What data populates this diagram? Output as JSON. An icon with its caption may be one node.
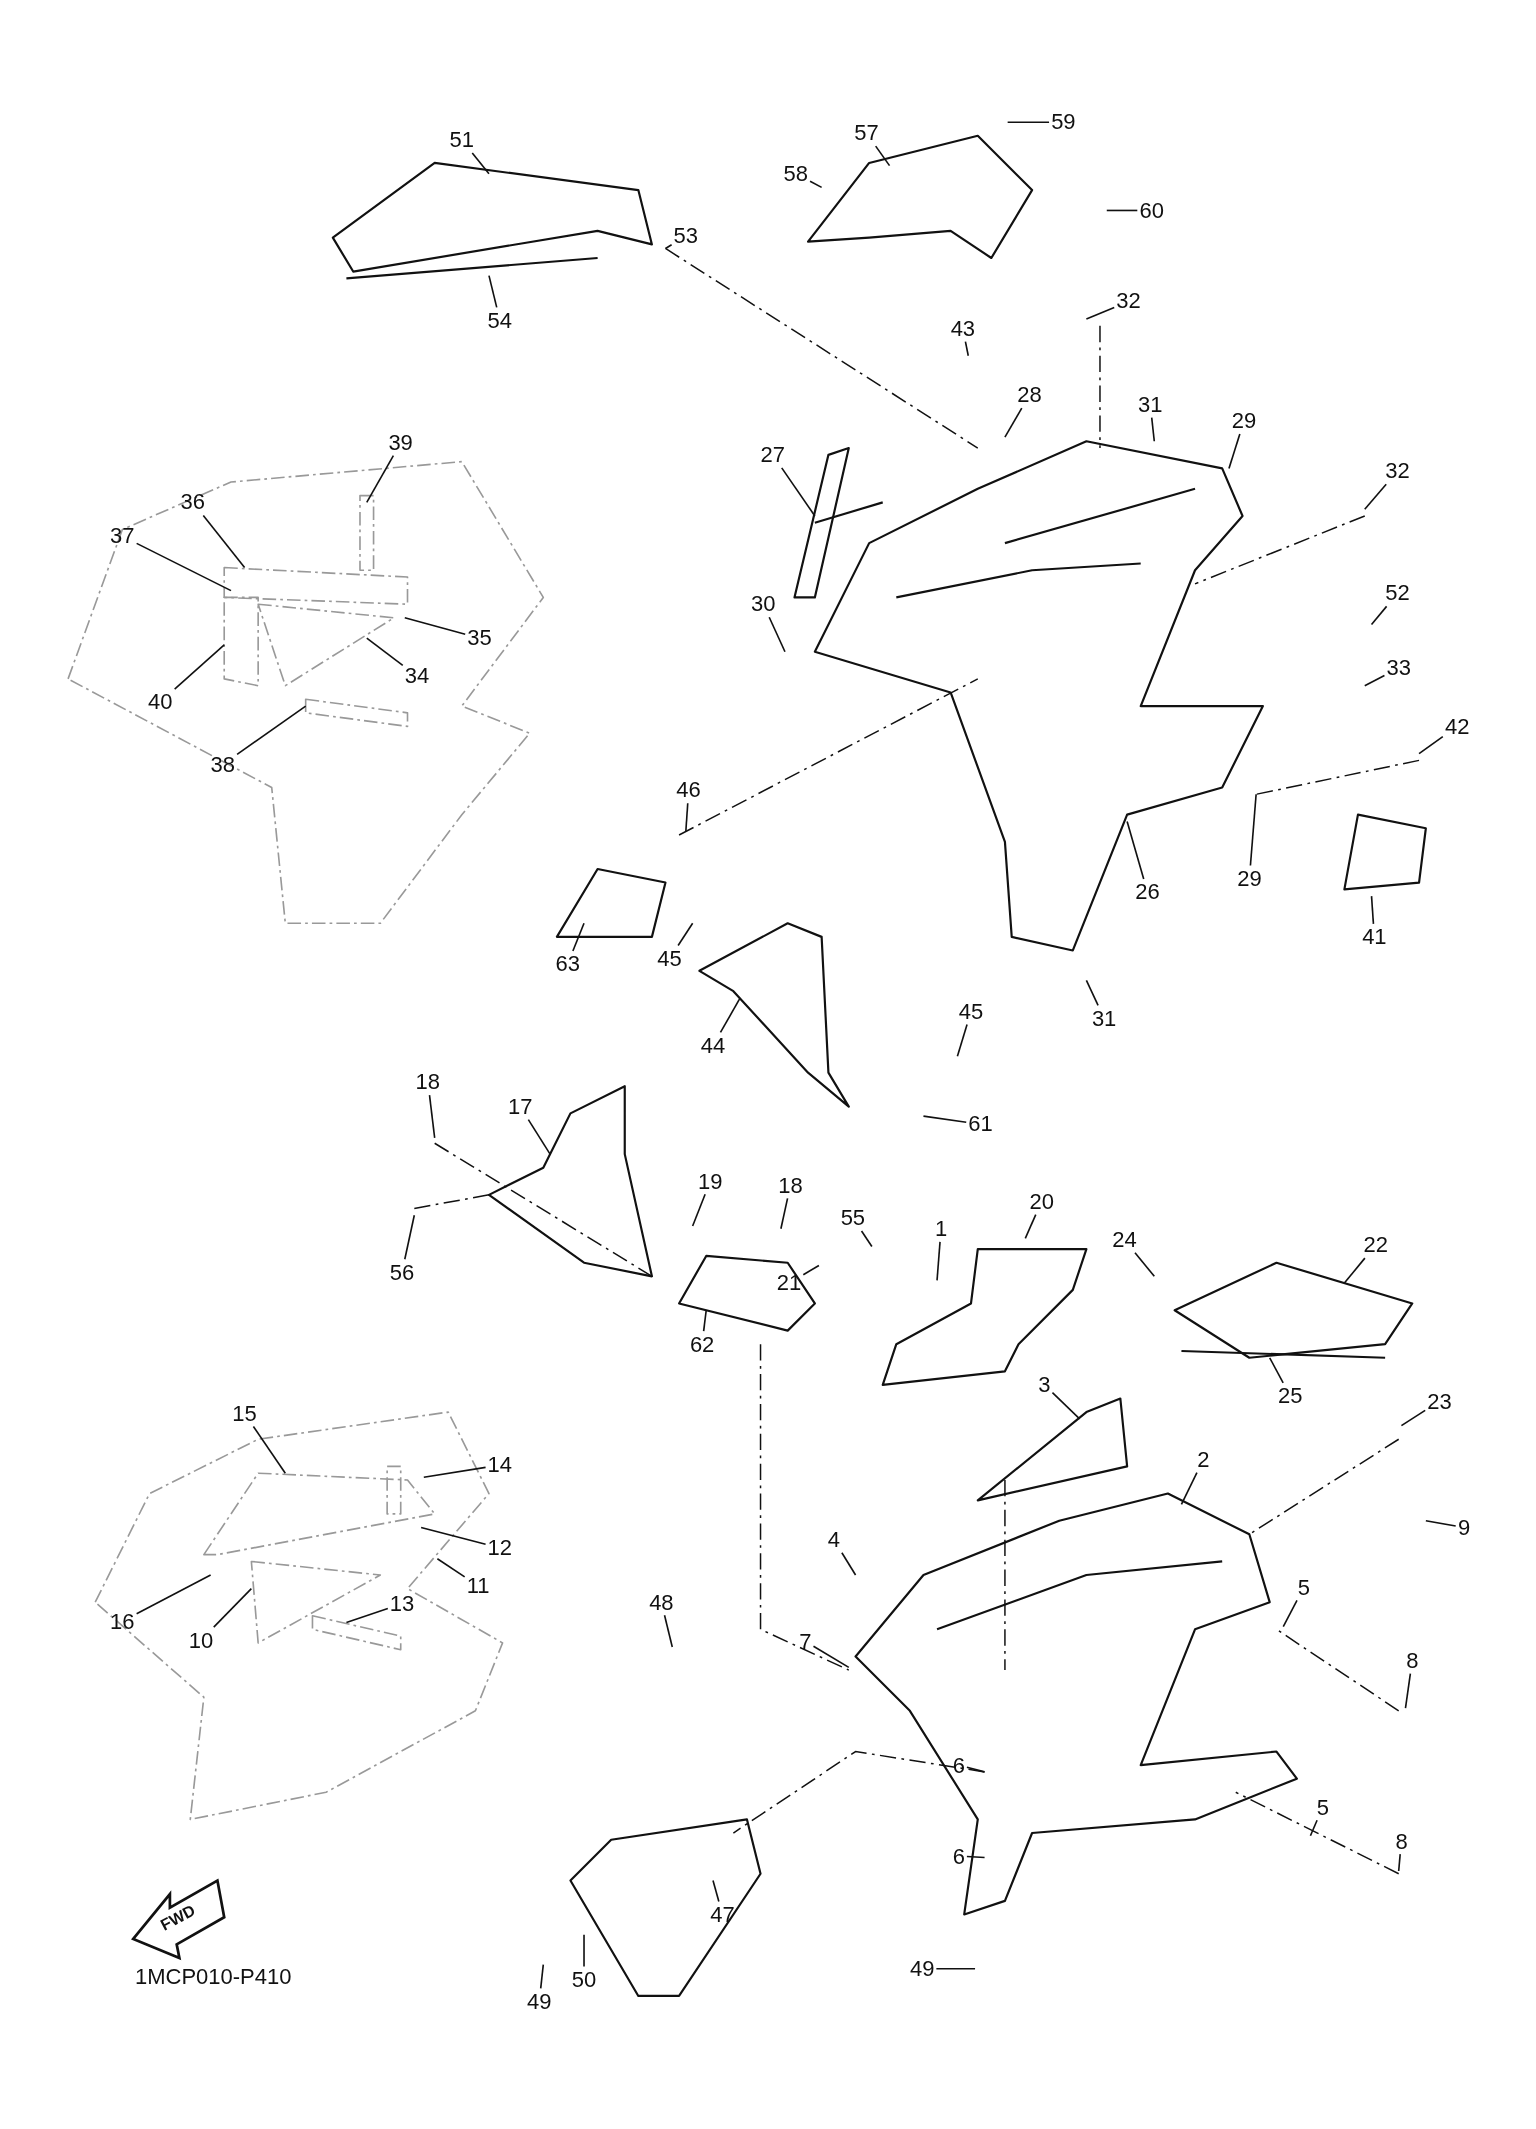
{
  "diagram": {
    "nodes": [
      {
        "text": [
          "59"
        ]
      },
      {
        "text": [
          "51"
        ]
      },
      {
        "text": [
          "57"
        ]
      },
      {
        "text": [
          "58"
        ]
      },
      {
        "text": [
          "60"
        ]
      },
      {
        "text": [
          "53"
        ]
      },
      {
        "text": [
          "54"
        ]
      },
      {
        "text": [
          "32"
        ]
      },
      {
        "text": [
          "43"
        ]
      },
      {
        "text": [
          "28"
        ]
      },
      {
        "text": [
          "31"
        ]
      },
      {
        "text": [
          "29"
        ]
      },
      {
        "text": [
          "39"
        ]
      },
      {
        "text": [
          "27"
        ]
      },
      {
        "text": [
          "32"
        ]
      },
      {
        "text": [
          "36"
        ]
      },
      {
        "text": [
          "37"
        ]
      },
      {
        "text": [
          "52"
        ]
      },
      {
        "text": [
          "30"
        ]
      },
      {
        "text": [
          "35"
        ]
      },
      {
        "text": [
          "33"
        ]
      },
      {
        "text": [
          "34"
        ]
      },
      {
        "text": [
          "40"
        ]
      },
      {
        "text": [
          "42"
        ]
      },
      {
        "text": [
          "38"
        ]
      },
      {
        "text": [
          "46"
        ]
      },
      {
        "text": [
          "29"
        ]
      },
      {
        "text": [
          "26"
        ]
      },
      {
        "text": [
          "41"
        ]
      },
      {
        "text": [
          "63"
        ]
      },
      {
        "text": [
          "45"
        ]
      },
      {
        "text": [
          "45"
        ]
      },
      {
        "text": [
          "31"
        ]
      },
      {
        "text": [
          "44"
        ]
      },
      {
        "text": [
          "18"
        ]
      },
      {
        "text": [
          "17"
        ]
      },
      {
        "text": [
          "61"
        ]
      },
      {
        "text": [
          "19"
        ]
      },
      {
        "text": [
          "18"
        ]
      },
      {
        "text": [
          "20"
        ]
      },
      {
        "text": [
          "55"
        ]
      },
      {
        "text": [
          "1"
        ]
      },
      {
        "text": [
          "24"
        ]
      },
      {
        "text": [
          "22"
        ]
      },
      {
        "text": [
          "56"
        ]
      },
      {
        "text": [
          "21"
        ]
      },
      {
        "text": [
          "62"
        ]
      },
      {
        "text": [
          "3"
        ]
      },
      {
        "text": [
          "25"
        ]
      },
      {
        "text": [
          "23"
        ]
      },
      {
        "text": [
          "15"
        ]
      },
      {
        "text": [
          "2"
        ]
      },
      {
        "text": [
          "14"
        ]
      },
      {
        "text": [
          "9"
        ]
      },
      {
        "text": [
          "4"
        ]
      },
      {
        "text": [
          "12"
        ]
      },
      {
        "text": [
          "11"
        ]
      },
      {
        "text": [
          "5"
        ]
      },
      {
        "text": [
          "48"
        ]
      },
      {
        "text": [
          "13"
        ]
      },
      {
        "text": [
          "16"
        ]
      },
      {
        "text": [
          "10"
        ]
      },
      {
        "text": [
          "7"
        ]
      },
      {
        "text": [
          "8"
        ]
      },
      {
        "text": [
          "6"
        ]
      },
      {
        "text": [
          "5"
        ]
      },
      {
        "text": [
          "8"
        ]
      },
      {
        "text": [
          "6"
        ]
      },
      {
        "text": [
          "47"
        ]
      },
      {
        "text": [
          "49"
        ]
      },
      {
        "text": [
          "50"
        ]
      },
      {
        "text": [
          "49"
        ]
      }
    ],
    "edges": [
      {
        "from": 0,
        "to": null,
        "arrow": "none"
      },
      {
        "from": 1,
        "to": null,
        "arrow": "none"
      },
      {
        "from": 2,
        "to": null,
        "arrow": "none"
      },
      {
        "from": 3,
        "to": null,
        "arrow": "none"
      },
      {
        "from": 4,
        "to": null,
        "arrow": "none"
      },
      {
        "from": 5,
        "to": null,
        "arrow": "none"
      },
      {
        "from": 6,
        "to": null,
        "arrow": "none"
      },
      {
        "from": 7,
        "to": null,
        "arrow": "none"
      },
      {
        "from": 8,
        "to": null,
        "arrow": "none"
      },
      {
        "from": 9,
        "to": null,
        "arrow": "none"
      },
      {
        "from": 10,
        "to": null,
        "arrow": "none"
      },
      {
        "from": 11,
        "to": null,
        "arrow": "none"
      },
      {
        "from": 12,
        "to": null,
        "arrow": "none"
      },
      {
        "from": 13,
        "to": null,
        "arrow": "none"
      },
      {
        "from": 14,
        "to": null,
        "arrow": "none"
      },
      {
        "from": 15,
        "to": null,
        "arrow": "none"
      },
      {
        "from": 16,
        "to": null,
        "arrow": "none"
      },
      {
        "from": 17,
        "to": null,
        "arrow": "none"
      },
      {
        "from": 18,
        "to": null,
        "arrow": "none"
      },
      {
        "from": 19,
        "to": null,
        "arrow": "none"
      },
      {
        "from": 20,
        "to": null,
        "arrow": "none"
      },
      {
        "from": 21,
        "to": null,
        "arrow": "none"
      },
      {
        "from": 22,
        "to": null,
        "arrow": "none"
      },
      {
        "from": 23,
        "to": null,
        "arrow": "none"
      },
      {
        "from": 24,
        "to": null,
        "arrow": "none"
      },
      {
        "from": 25,
        "to": null,
        "arrow": "none"
      },
      {
        "from": 26,
        "to": null,
        "arrow": "none"
      },
      {
        "from": 27,
        "to": null,
        "arrow": "none"
      },
      {
        "from": 28,
        "to": null,
        "arrow": "none"
      },
      {
        "from": 29,
        "to": null,
        "arrow": "none"
      },
      {
        "from": 30,
        "to": null,
        "arrow": "none"
      },
      {
        "from": 31,
        "to": null,
        "arrow": "none"
      },
      {
        "from": 32,
        "to": null,
        "arrow": "none"
      },
      {
        "from": 33,
        "to": null,
        "arrow": "none"
      },
      {
        "from": 34,
        "to": null,
        "arrow": "none"
      },
      {
        "from": 35,
        "to": null,
        "arrow": "none"
      },
      {
        "from": 36,
        "to": null,
        "arrow": "none"
      },
      {
        "from": 37,
        "to": null,
        "arrow": "none"
      },
      {
        "from": 38,
        "to": null,
        "arrow": "none"
      },
      {
        "from": 39,
        "to": null,
        "arrow": "none"
      },
      {
        "from": 40,
        "to": null,
        "arrow": "none"
      },
      {
        "from": 41,
        "to": null,
        "arrow": "none"
      },
      {
        "from": 42,
        "to": null,
        "arrow": "none"
      },
      {
        "from": 43,
        "to": null,
        "arrow": "none"
      },
      {
        "from": 44,
        "to": null,
        "arrow": "none"
      },
      {
        "from": 45,
        "to": null,
        "arrow": "none"
      },
      {
        "from": 46,
        "to": null,
        "arrow": "none"
      },
      {
        "from": 47,
        "to": null,
        "arrow": "none"
      },
      {
        "from": 48,
        "to": null,
        "arrow": "none"
      },
      {
        "from": 49,
        "to": null,
        "arrow": "none"
      },
      {
        "from": 50,
        "to": null,
        "arrow": "none"
      },
      {
        "from": 51,
        "to": null,
        "arrow": "none"
      },
      {
        "from": 52,
        "to": null,
        "arrow": "none"
      },
      {
        "from": 53,
        "to": null,
        "arrow": "none"
      },
      {
        "from": 54,
        "to": null,
        "arrow": "none"
      },
      {
        "from": 55,
        "to": null,
        "arrow": "none"
      },
      {
        "from": 56,
        "to": null,
        "arrow": "none"
      },
      {
        "from": 57,
        "to": null,
        "arrow": "none"
      },
      {
        "from": 58,
        "to": null,
        "arrow": "none"
      },
      {
        "from": 59,
        "to": null,
        "arrow": "none"
      },
      {
        "from": 60,
        "to": null,
        "arrow": "none"
      },
      {
        "from": 61,
        "to": null,
        "arrow": "none"
      },
      {
        "from": 62,
        "to": null,
        "arrow": "none"
      },
      {
        "from": 63,
        "to": null,
        "arrow": "none"
      },
      {
        "from": 64,
        "to": null,
        "arrow": "none"
      },
      {
        "from": 65,
        "to": null,
        "arrow": "none"
      },
      {
        "from": 66,
        "to": null,
        "arrow": "none"
      },
      {
        "from": 67,
        "to": null,
        "arrow": "none"
      },
      {
        "from": 68,
        "to": null,
        "arrow": "none"
      },
      {
        "from": 69,
        "to": null,
        "arrow": "none"
      },
      {
        "from": 70,
        "to": null,
        "arrow": "none"
      },
      {
        "from": 71,
        "to": null,
        "arrow": "none"
      }
    ],
    "labels": [
      "FWD",
      "1MCP010-P410"
    ]
  }
}
